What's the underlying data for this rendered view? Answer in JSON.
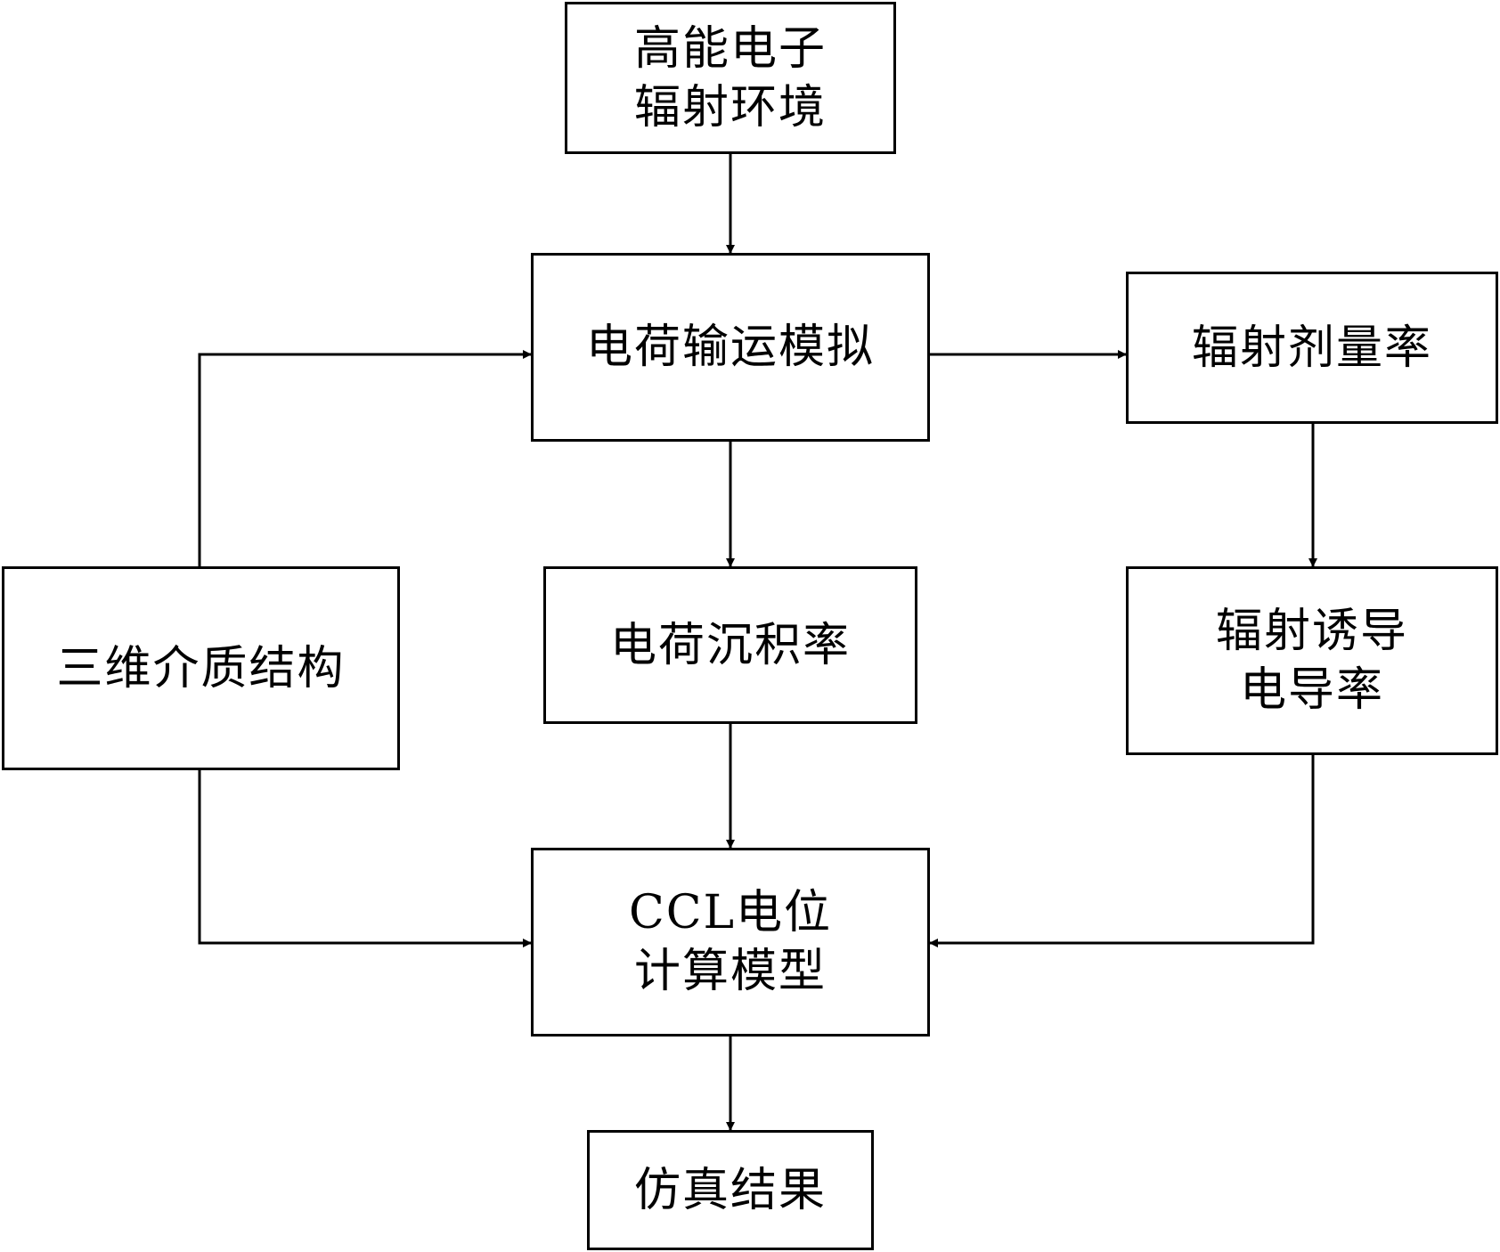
{
  "nodes": {
    "env": {
      "lines": [
        "高能电子",
        "辐射环境"
      ]
    },
    "transport": {
      "lines": [
        "电荷输运模拟"
      ]
    },
    "dose": {
      "lines": [
        "辐射剂量率"
      ]
    },
    "structure": {
      "lines": [
        "三维介质结构"
      ]
    },
    "deposition": {
      "lines": [
        "电荷沉积率"
      ]
    },
    "ric": {
      "lines": [
        "辐射诱导",
        "电导率"
      ]
    },
    "ccl": {
      "lines": [
        "CCL电位",
        "计算模型"
      ]
    },
    "result": {
      "lines": [
        "仿真结果"
      ]
    }
  },
  "edges": [
    {
      "from": "env",
      "to": "transport"
    },
    {
      "from": "structure",
      "to": "transport"
    },
    {
      "from": "transport",
      "to": "dose"
    },
    {
      "from": "transport",
      "to": "deposition"
    },
    {
      "from": "dose",
      "to": "ric"
    },
    {
      "from": "structure",
      "to": "ccl"
    },
    {
      "from": "deposition",
      "to": "ccl"
    },
    {
      "from": "ric",
      "to": "ccl"
    },
    {
      "from": "ccl",
      "to": "result"
    }
  ]
}
